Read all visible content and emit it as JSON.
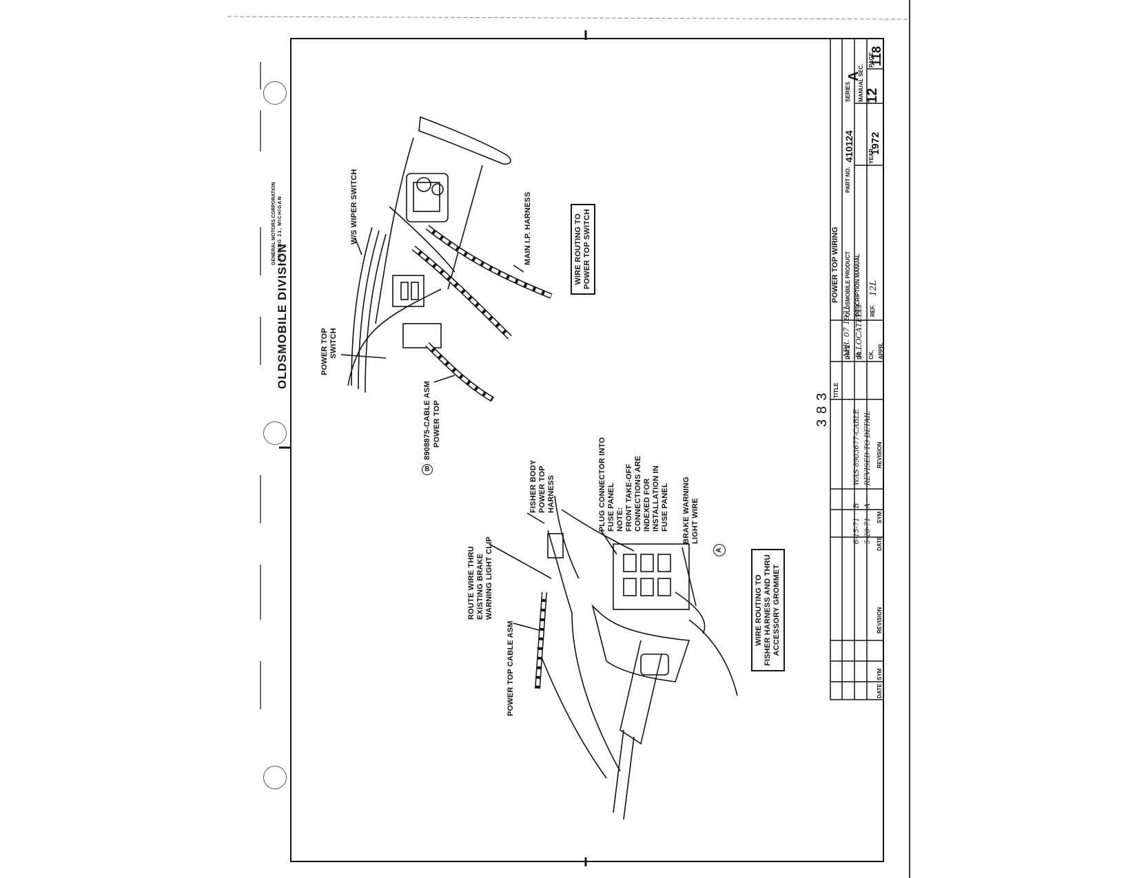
{
  "header": {
    "division": "OLDSMOBILE DIVISION",
    "corp_line1": "GENERAL MOTORS CORPORATION",
    "corp_line2": "LANSING 21, MICHIGAN"
  },
  "detail_b": {
    "labels": {
      "ws_wiper_switch": "W/S WIPER SWITCH",
      "main_ip_harness": "MAIN I.P. HARNESS",
      "power_top_switch_1": "POWER TOP",
      "power_top_switch_2": "SWITCH",
      "cable_asm_1": "8908875-CABLE ASM",
      "cable_asm_2": "POWER TOP",
      "marker": "B"
    },
    "caption_1": "WIRE ROUTING TO",
    "caption_2": "POWER TOP SWITCH"
  },
  "detail_a": {
    "labels": {
      "fisher_1": "FISHER BODY",
      "fisher_2": "POWER TOP",
      "fisher_3": "HARNESS",
      "plug_1": "PLUG CONNECTOR INTO",
      "plug_2": "FUSE PANEL",
      "note_1": "NOTE:",
      "note_2": "FRONT TAKE-OFF",
      "note_3": "CONNECTIONS ARE",
      "note_4": "INDEXED FOR",
      "note_5": "INSTALLATION IN",
      "note_6": "FUSE PANEL",
      "brake_1": "BRAKE WARNING",
      "brake_2": "LIGHT WIRE",
      "route_1": "ROUTE WIRE THRU",
      "route_2": "EXISTING BRAKE",
      "route_3": "WARNING LIGHT CLIP",
      "cable": "POWER TOP CABLE ASM",
      "marker": "A"
    },
    "caption_1": "WIRE ROUTING TO",
    "caption_2": "FISHER HARNESS AND THRU",
    "caption_3": "ACCESSORY GROMMET"
  },
  "page_stamp": "383",
  "title_block": {
    "title_label": "TITLE",
    "title": "POWER TOP WIRING",
    "product_1": "OLDSMOBILE PRODUCT",
    "product_2": "DESCRIPTION MANUAL",
    "part_no_label": "PART NO.",
    "part_no": "410124",
    "series_label": "SERIES",
    "series": "A",
    "year_label": "YEAR",
    "year": "1972",
    "manual_sec_label": "MANUAL SEC.",
    "manual_sec": "12",
    "page_label": "PAGE",
    "page": "118",
    "ref_label": "REF.",
    "ref": "12L",
    "date_label": "DATE",
    "date": "APR. 07 1971",
    "dr_label": "DR.",
    "dr": "P. LOCATELLI",
    "ck_label": "CK.",
    "appr_label": "APPR.",
    "revision_label": "REVISION",
    "sym_label": "SYM",
    "date_col_label": "DATE",
    "rev_b_date": "6-15-71",
    "rev_b_sym": "B",
    "rev_b_text": "WAS 8903677-CABLE",
    "rev_a_date": "5-20-71",
    "rev_a_sym": "A",
    "rev_a_text": "REVISED TO DETAIL"
  }
}
